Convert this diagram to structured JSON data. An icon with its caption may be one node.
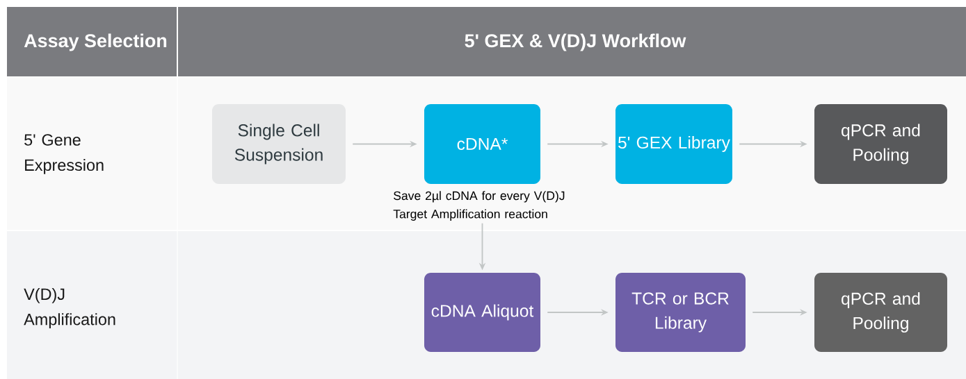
{
  "diagram": {
    "nodes": [
      {
        "text": [
          "Single Cell Suspension"
        ]
      },
      {
        "text": [
          "cDNA*"
        ],
        "beside": [
          "Save 2µl cDNA for every V(D)J Target Amplification reaction"
        ]
      },
      {
        "text": [
          "5' GEX Library"
        ]
      },
      {
        "text": [
          "qPCR and Pooling"
        ]
      },
      {
        "text": [
          "cDNA Aliquot"
        ]
      },
      {
        "text": [
          "TCR or BCR Library"
        ]
      },
      {
        "text": [
          "qPCR and Pooling"
        ]
      }
    ],
    "edges": [
      {
        "from": 0,
        "to": 1,
        "arrow": "to"
      },
      {
        "from": 1,
        "to": 2,
        "arrow": "to"
      },
      {
        "from": 2,
        "to": 3,
        "arrow": "to"
      },
      {
        "from": 1,
        "to": 4,
        "arrow": "to"
      },
      {
        "from": 4,
        "to": 5,
        "arrow": "to"
      },
      {
        "from": 5,
        "to": 6,
        "arrow": "to"
      }
    ],
    "labels": [
      "Assay Selection",
      "5' GEX & V(D)J  Workflow",
      "5' Gene Expression",
      "V(D)J Amplification"
    ]
  }
}
